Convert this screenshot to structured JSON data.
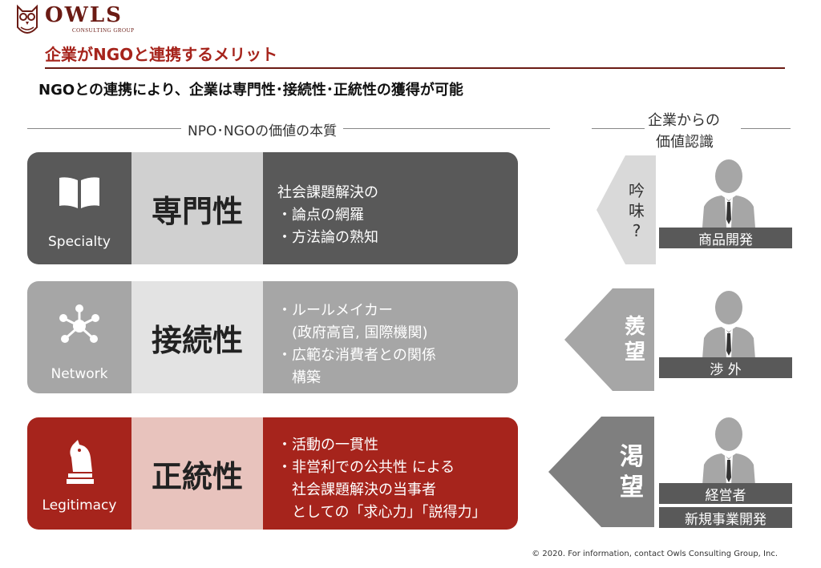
{
  "brand": {
    "name": "OWLS",
    "tagline": "CONSULTING GROUP"
  },
  "title": "企業がNGOと連携するメリット",
  "subtitle": "NGOとの連携により、企業は専門性･接続性･正統性の獲得が可能",
  "left_header": "NPO･NGOの価値の本質",
  "right_header": {
    "line1": "企業からの",
    "line2": "価値認識"
  },
  "rows": [
    {
      "icon": "book-icon",
      "icon_label": "Specialty",
      "name": "専門性",
      "desc": [
        "社会課題解決の",
        "・論点の網羅",
        "・方法論の熟知"
      ],
      "colors": {
        "icon_bg": "#595959",
        "name_bg": "#d0d0d0",
        "desc_bg": "#595959"
      }
    },
    {
      "icon": "network-icon",
      "icon_label": "Network",
      "name": "接続性",
      "desc": [
        "・ルールメイカー",
        "(政府高官, 国際機関)",
        "・広範な消費者との関係",
        "構築"
      ],
      "colors": {
        "icon_bg": "#a6a6a6",
        "name_bg": "#e3e3e3",
        "desc_bg": "#a6a6a6"
      }
    },
    {
      "icon": "chess-knight-icon",
      "icon_label": "Legitimacy",
      "name": "正統性",
      "desc": [
        "・活動の一貫性",
        "・非営利での公共性 による",
        "社会課題解決の当事者",
        "としての「求心力」「説得力」"
      ],
      "colors": {
        "icon_bg": "#a6241c",
        "name_bg": "#e8c3bd",
        "desc_bg": "#a6241c"
      }
    }
  ],
  "perceptions": [
    {
      "arrow_text": "吟味?",
      "chars": [
        "吟",
        "味",
        "?"
      ],
      "arrow_color": "#d9d9d9",
      "text_color": "#333333",
      "roles": [
        "商品開発"
      ]
    },
    {
      "arrow_text": "羨望",
      "chars": [
        "羨",
        "望"
      ],
      "arrow_color": "#a6a6a6",
      "text_color": "#ffffff",
      "roles": [
        "渉 外"
      ]
    },
    {
      "arrow_text": "渇望",
      "chars": [
        "渇",
        "望"
      ],
      "arrow_color": "#7f7f7f",
      "text_color": "#ffffff",
      "roles": [
        "経営者",
        "新規事業開発"
      ]
    }
  ],
  "footer": "© 2020. For information, contact Owls Consulting Group, Inc."
}
